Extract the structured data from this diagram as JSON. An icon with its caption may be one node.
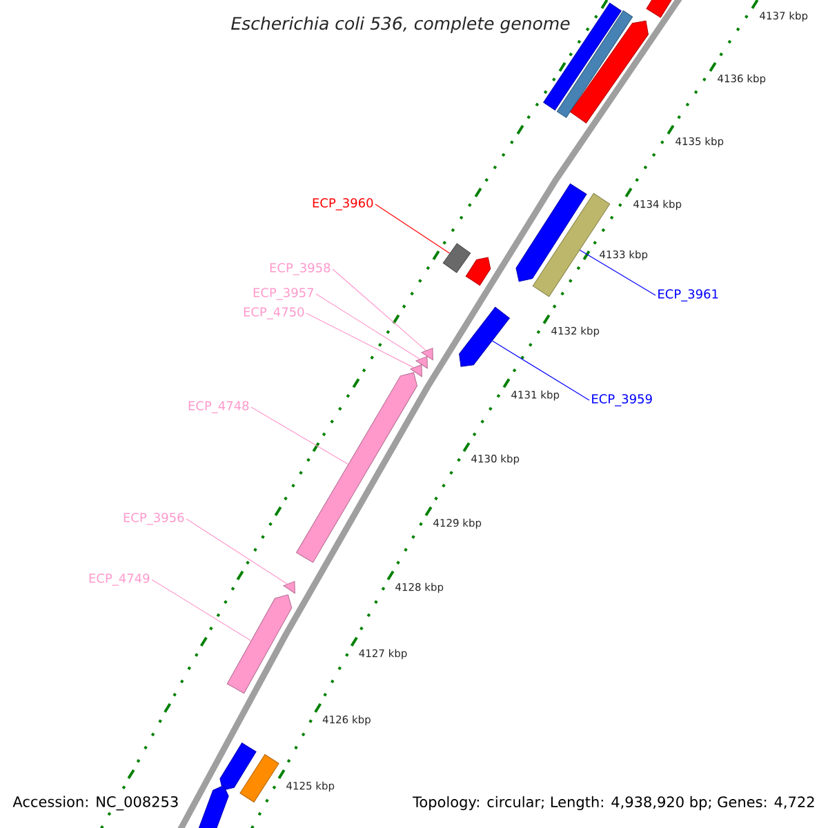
{
  "diagram": {
    "title": "Escherichia coli 536, complete genome",
    "nodes": [
      {
        "text": [
          "ECP_3960"
        ]
      },
      {
        "text": [
          "ECP_3961"
        ]
      },
      {
        "text": [
          "ECP_3958"
        ]
      },
      {
        "text": [
          "ECP_3957"
        ]
      },
      {
        "text": [
          "ECP_4750"
        ]
      },
      {
        "text": [
          "ECP_3959"
        ]
      },
      {
        "text": [
          "ECP_4748"
        ]
      },
      {
        "text": [
          "ECP_3956"
        ]
      },
      {
        "text": [
          "ECP_4749"
        ]
      },
      {
        "text": [],
        "shape": "arrow"
      },
      {
        "text": [],
        "shape": "box"
      },
      {
        "text": [],
        "shape": "box"
      },
      {
        "text": [],
        "shape": "arrow"
      },
      {
        "text": [],
        "shape": "arrow"
      },
      {
        "text": [],
        "shape": "box"
      },
      {
        "text": [],
        "shape": "box"
      },
      {
        "text": [],
        "shape": "arrow"
      },
      {
        "text": [],
        "shape": "arrow"
      },
      {
        "text": [],
        "shape": "triangle"
      },
      {
        "text": [],
        "shape": "triangle"
      },
      {
        "text": [],
        "shape": "triangle"
      },
      {
        "text": [],
        "shape": "arrow"
      },
      {
        "text": [],
        "shape": "triangle"
      },
      {
        "text": [],
        "shape": "arrow"
      },
      {
        "text": [],
        "shape": "arrow"
      },
      {
        "text": [],
        "shape": "box"
      },
      {
        "text": [],
        "shape": "arrow"
      }
    ],
    "edges": [
      {
        "from": 0,
        "to": 15,
        "arrow": "none",
        "color": "#ff0000"
      },
      {
        "from": 1,
        "to": 14,
        "arrow": "none",
        "color": "#0000ff"
      },
      {
        "from": 2,
        "to": 18,
        "arrow": "none"
      },
      {
        "from": 3,
        "to": 19,
        "arrow": "none"
      },
      {
        "from": 4,
        "to": 20,
        "arrow": "none"
      },
      {
        "from": 5,
        "to": 17,
        "arrow": "none",
        "color": "#0000ff"
      },
      {
        "from": 6,
        "to": 21,
        "arrow": "none"
      },
      {
        "from": 7,
        "to": 22,
        "arrow": "none"
      },
      {
        "from": 8,
        "to": 23,
        "arrow": "none"
      }
    ],
    "labels": [
      "4137 kbp",
      "4136 kbp",
      "4135 kbp",
      "4134 kbp",
      "4133 kbp",
      "4132 kbp",
      "4131 kbp",
      "4130 kbp",
      "4129 kbp",
      "4128 kbp",
      "4127 kbp",
      "4126 kbp",
      "4125 kbp",
      "Accession: NC_008253",
      "Topology: circular; Length: 4,938,920 bp; Genes: 4,722"
    ]
  }
}
